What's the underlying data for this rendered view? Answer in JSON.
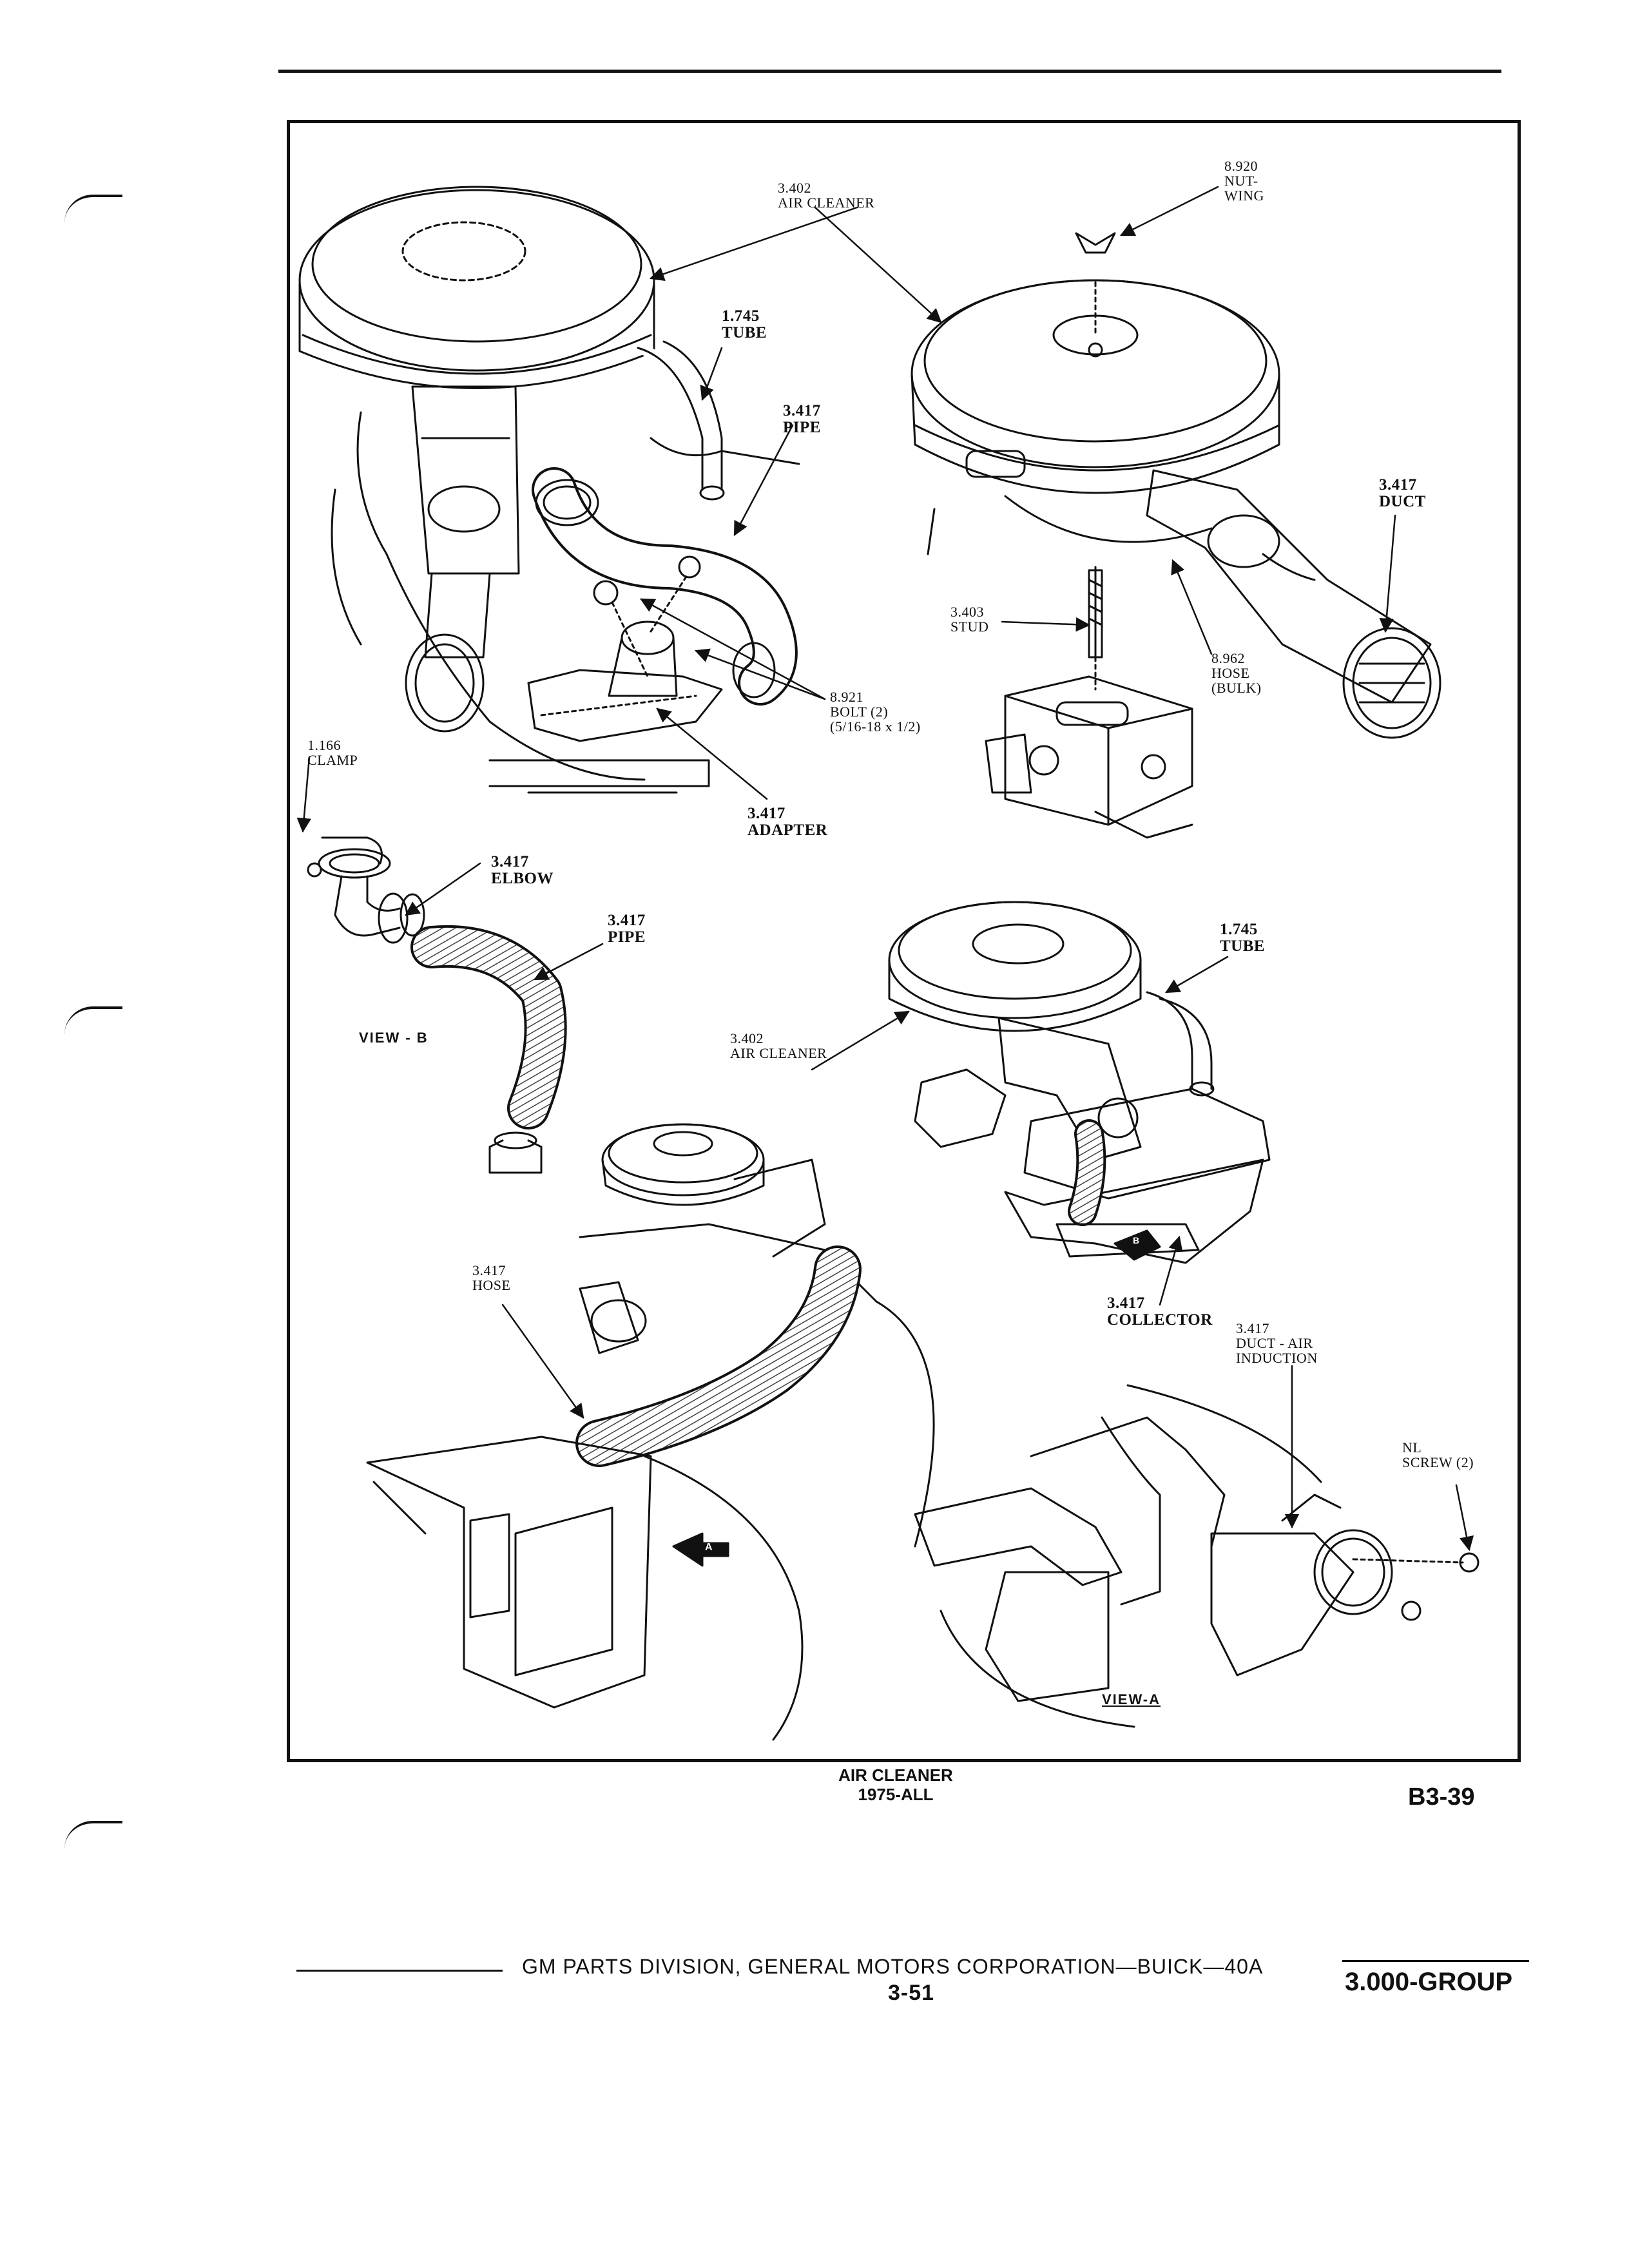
{
  "labels": {
    "air_cleaner_top": {
      "num": "3.402",
      "name": "AIR CLEANER"
    },
    "nut_wing": {
      "num": "8.920",
      "name": "NUT-\nWING"
    },
    "tube_top": {
      "num": "1.745",
      "name": "TUBE"
    },
    "pipe_top": {
      "num": "3.417",
      "name": "PIPE"
    },
    "duct": {
      "num": "3.417",
      "name": "DUCT"
    },
    "stud": {
      "num": "3.403",
      "name": "STUD"
    },
    "hose_bulk": {
      "num": "8.962",
      "name": "HOSE\n(BULK)"
    },
    "bolt": {
      "num": "8.921",
      "name": "BOLT (2)\n(5/16-18 x 1/2)"
    },
    "adapter": {
      "num": "3.417",
      "name": "ADAPTER"
    },
    "clamp": {
      "num": "1.166",
      "name": "CLAMP"
    },
    "elbow": {
      "num": "3.417",
      "name": "ELBOW"
    },
    "pipe_mid": {
      "num": "3.417",
      "name": "PIPE"
    },
    "tube_mid": {
      "num": "1.745",
      "name": "TUBE"
    },
    "air_cleaner_mid": {
      "num": "3.402",
      "name": "AIR CLEANER"
    },
    "hose": {
      "num": "3.417",
      "name": "HOSE"
    },
    "collector": {
      "num": "3.417",
      "name": "COLLECTOR"
    },
    "duct_air_induction": {
      "num": "3.417",
      "name": "DUCT - AIR\nINDUCTION"
    },
    "screw": {
      "num": "NL",
      "name": "SCREW (2)"
    }
  },
  "views": {
    "view_b": "VIEW - B",
    "view_a": "VIEW-A",
    "arrow_a": "A",
    "arrow_b": "B"
  },
  "caption": {
    "line1": "AIR CLEANER",
    "line2": "1975-ALL"
  },
  "page_id": "B3-39",
  "footer": {
    "text": "GM PARTS DIVISION, GENERAL MOTORS CORPORATION—BUICK—40A",
    "page": "3-51",
    "group": "3.000-GROUP"
  }
}
